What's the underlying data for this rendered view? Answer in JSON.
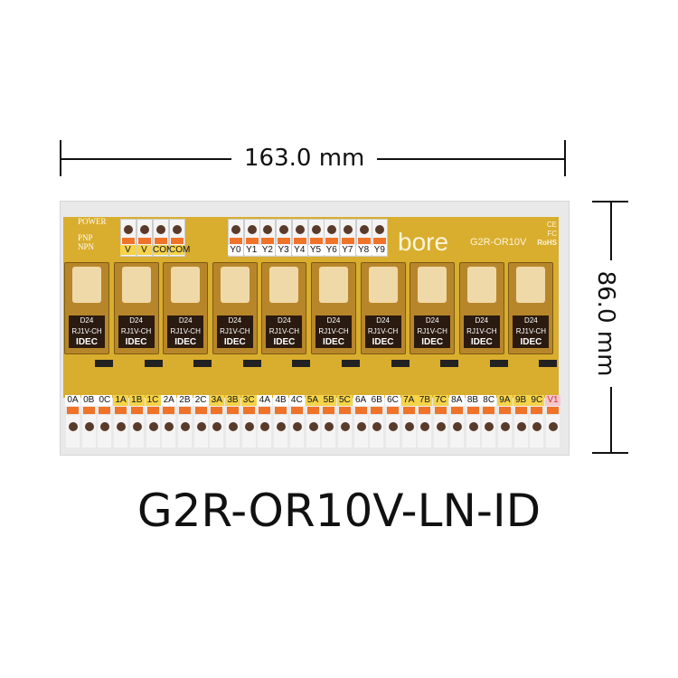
{
  "dimensions": {
    "width": "163.0 mm",
    "height": "86.0 mm"
  },
  "model": "G2R-OR10V-LN-ID",
  "board": {
    "brand": "bore",
    "model_label": "G2R-OR10V",
    "cert_marks": [
      "CE",
      "FC",
      "RoHS"
    ],
    "indicators": [
      "POWER",
      "PNP",
      "NPN"
    ],
    "power_terminals": [
      "V",
      "V",
      "COM",
      "COM"
    ],
    "input_terminals": [
      "Y0",
      "Y1",
      "Y2",
      "Y3",
      "Y4",
      "Y5",
      "Y6",
      "Y7",
      "Y8",
      "Y9"
    ],
    "output_terminals": [
      "0A",
      "0B",
      "0C",
      "1A",
      "1B",
      "1C",
      "2A",
      "2B",
      "2C",
      "3A",
      "3B",
      "3C",
      "4A",
      "4B",
      "4C",
      "5A",
      "5B",
      "5C",
      "6A",
      "6B",
      "6C",
      "7A",
      "7B",
      "7C",
      "8A",
      "8B",
      "8C",
      "9A",
      "9B",
      "9C",
      "V1"
    ],
    "relay_count": 10,
    "relay_text": [
      "IDEC",
      "RJ1V-CH",
      "D24"
    ]
  },
  "colors": {
    "pcb": "#d9ad2e",
    "lever": "#f0732a",
    "label_yellow": "#f5d34a",
    "label_pink": "#f7c7cf"
  }
}
